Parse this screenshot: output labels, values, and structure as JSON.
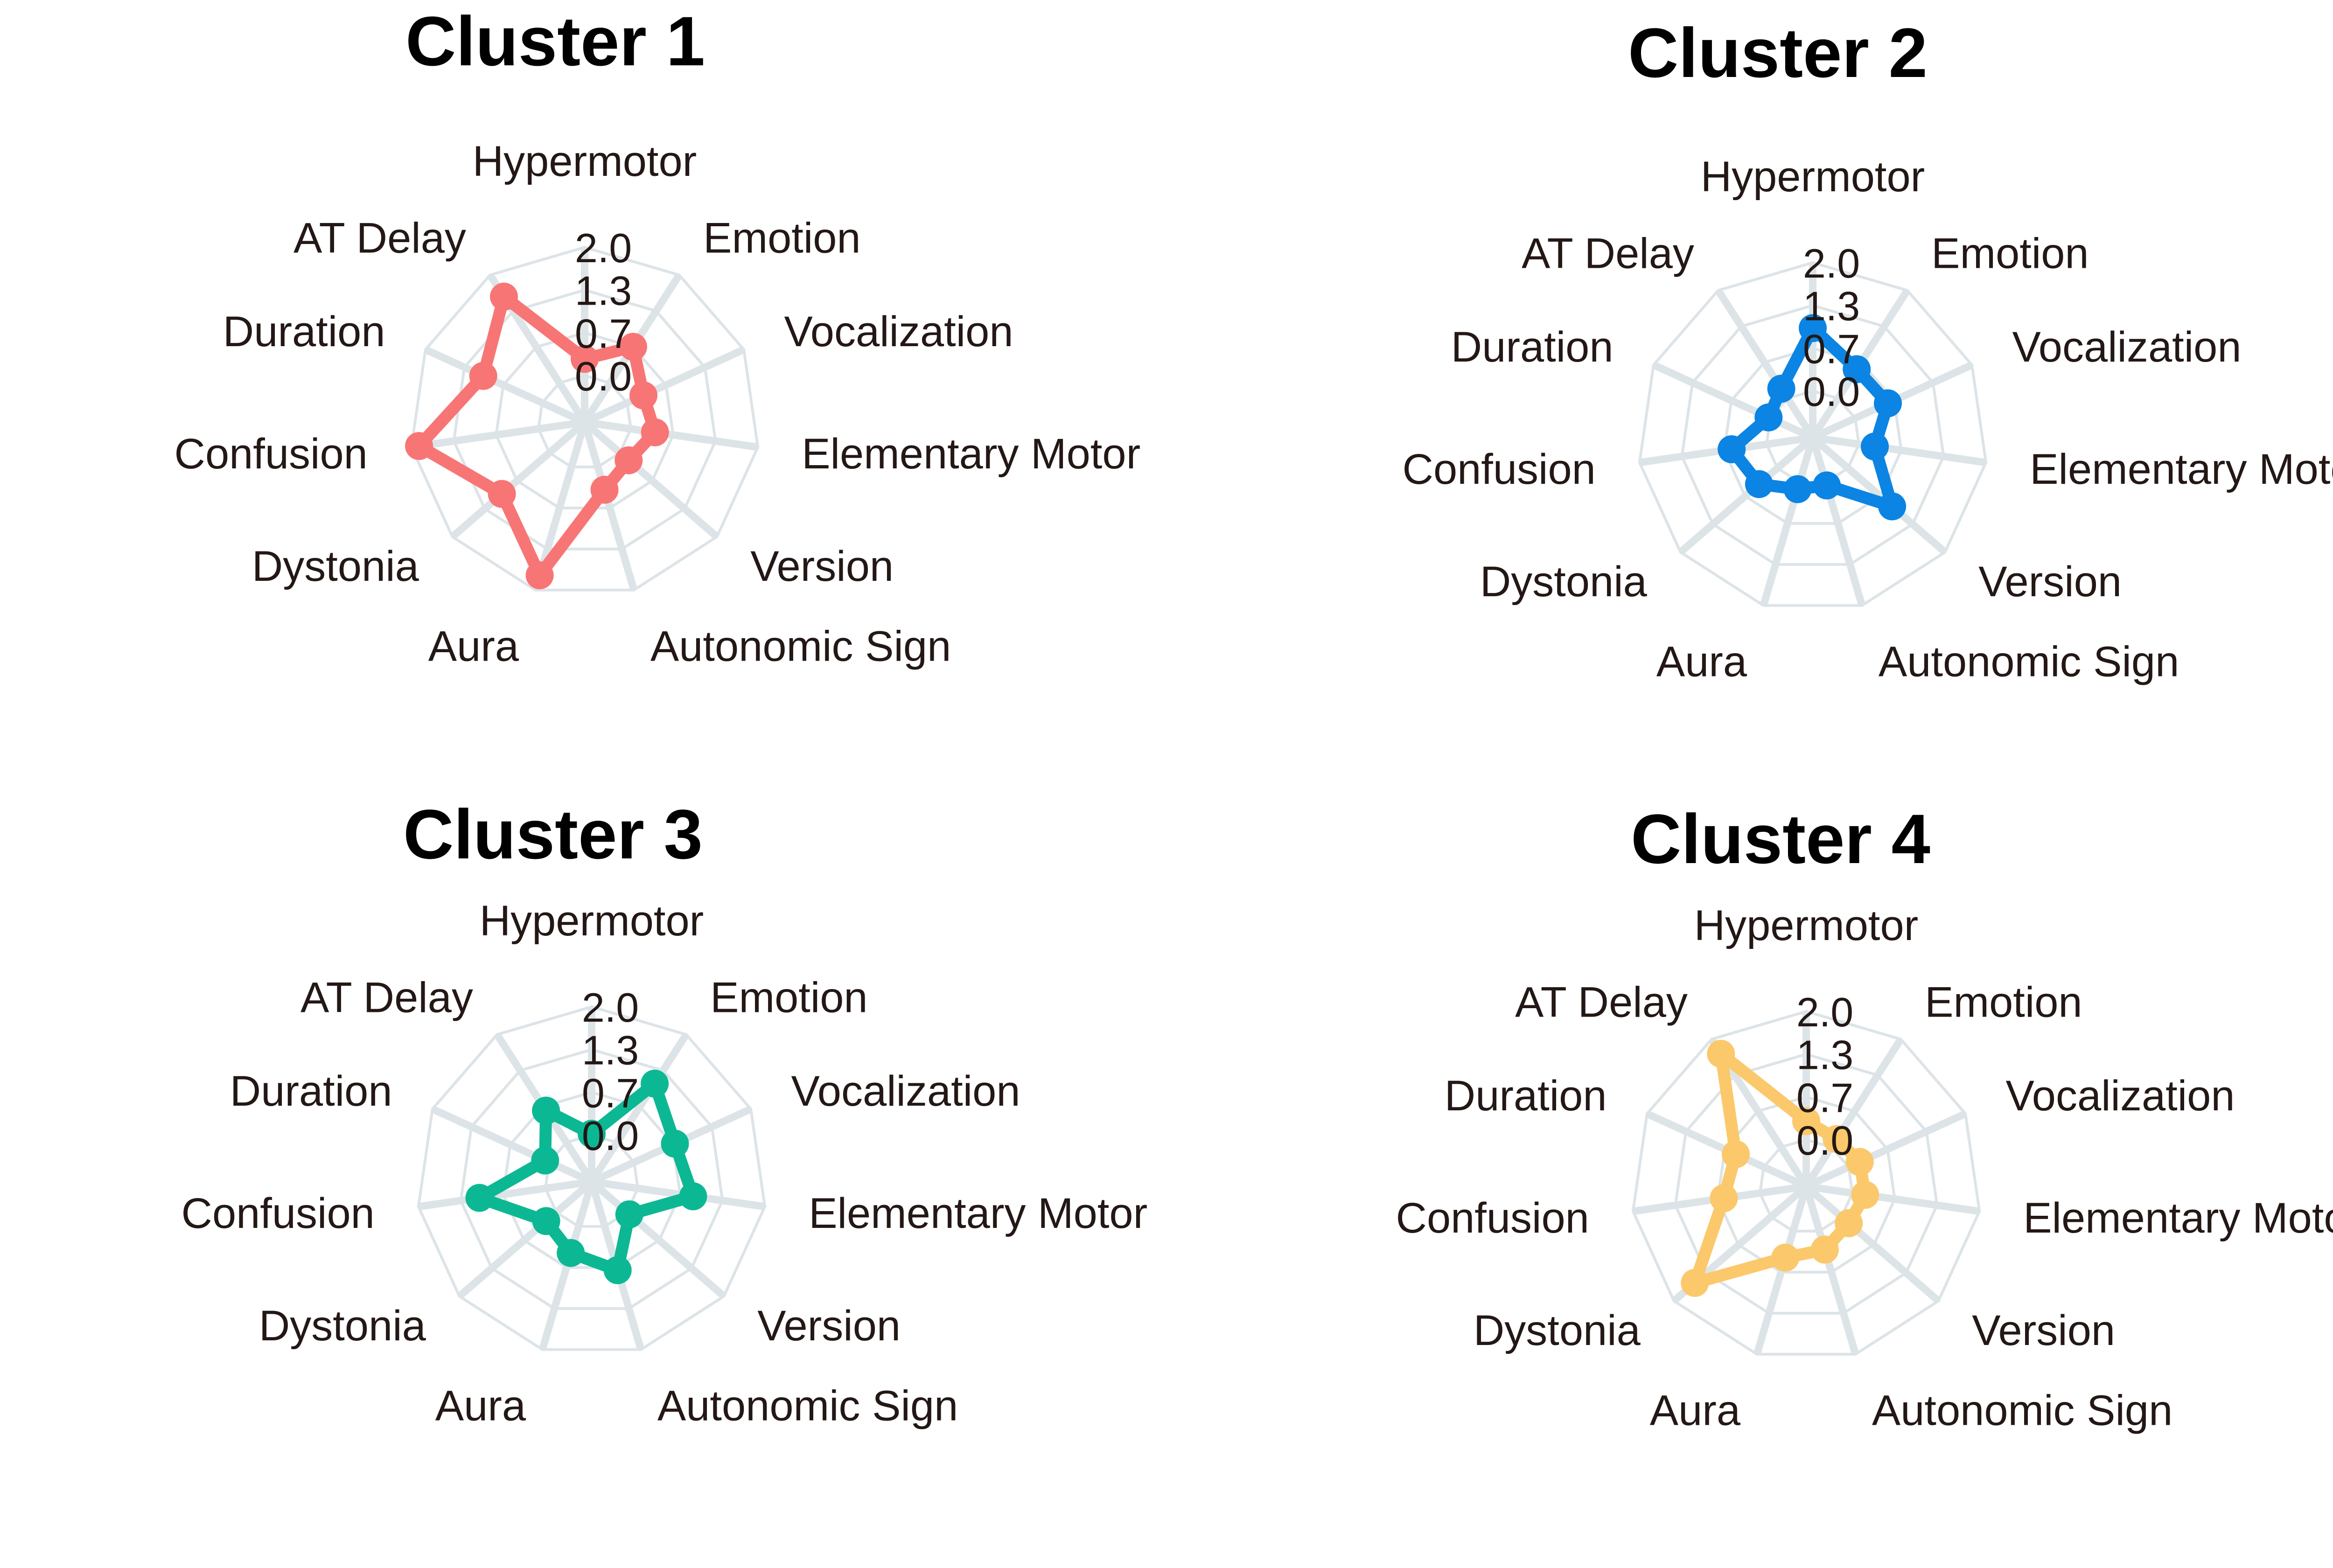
{
  "chart_data": [
    {
      "type": "radar",
      "title": "Cluster 1",
      "color": "#f87575",
      "axes": [
        "Hypermotor",
        "Emotion",
        "Vocalization",
        "Elementary Motor",
        "Version",
        "Autonomic Sign",
        "Aura",
        "Dystonia",
        "Confusion",
        "Duration",
        "AT Delay"
      ],
      "values": [
        0.26,
        0.67,
        0.28,
        0.38,
        0.18,
        0.37,
        1.76,
        0.98,
        1.88,
        1.01,
        1.6
      ],
      "ticks": [
        "0.0",
        "0.7",
        "1.3",
        "2.0"
      ],
      "range": [
        0,
        2.0
      ]
    },
    {
      "type": "radar",
      "title": "Cluster 2",
      "color": "#0b84e3",
      "axes": [
        "Hypermotor",
        "Emotion",
        "Vocalization",
        "Elementary Motor",
        "Version",
        "Autonomic Sign",
        "Aura",
        "Dystonia",
        "Confusion",
        "Duration",
        "AT Delay"
      ],
      "values": [
        0.98,
        0.54,
        0.56,
        0.25,
        0.91,
        0.05,
        0.11,
        0.38,
        0.55,
        0.03,
        0.18
      ],
      "ticks": [
        "0.0",
        "0.7",
        "1.3",
        "2.0"
      ],
      "range": [
        0,
        2.0
      ]
    },
    {
      "type": "radar",
      "title": "Cluster 3",
      "color": "#0cb894",
      "axes": [
        "Hypermotor",
        "Emotion",
        "Vocalization",
        "Elementary Motor",
        "Version",
        "Autonomic Sign",
        "Aura",
        "Dystonia",
        "Confusion",
        "Duration",
        "AT Delay"
      ],
      "values": [
        0.02,
        1.09,
        0.7,
        0.87,
        0.05,
        0.71,
        0.43,
        0.21,
        1.04,
        0.07,
        0.59
      ],
      "ticks": [
        "0.0",
        "0.7",
        "1.3",
        "2.0"
      ],
      "range": [
        0,
        2.0
      ]
    },
    {
      "type": "radar",
      "title": "Cluster 4",
      "color": "#fbc86b",
      "axes": [
        "Hypermotor",
        "Emotion",
        "Vocalization",
        "Elementary Motor",
        "Version",
        "Autonomic Sign",
        "Aura",
        "Dystonia",
        "Confusion",
        "Duration",
        "AT Delay"
      ],
      "values": [
        0.29,
        0.15,
        0.19,
        0.2,
        0.15,
        0.3,
        0.43,
        1.57,
        0.57,
        0.48,
        1.73
      ],
      "ticks": [
        "0.0",
        "0.7",
        "1.3",
        "2.0"
      ],
      "range": [
        0,
        2.0
      ]
    }
  ]
}
